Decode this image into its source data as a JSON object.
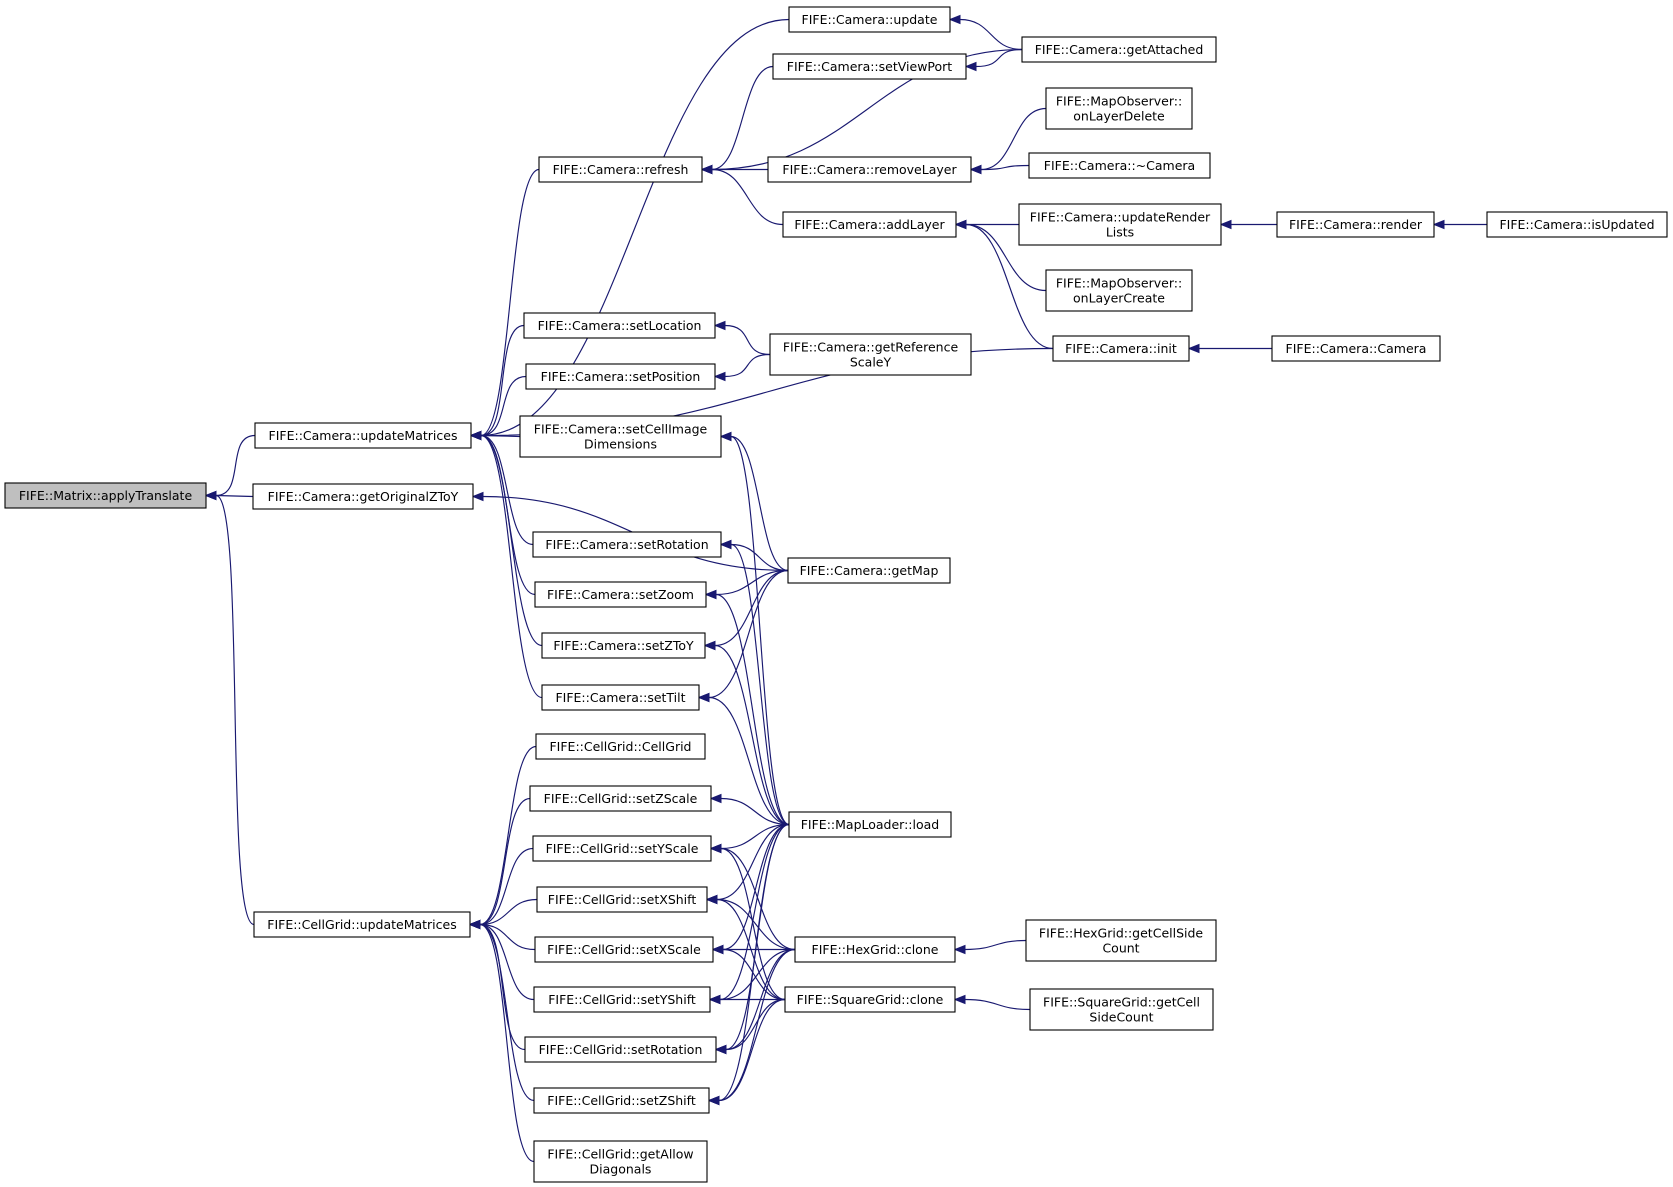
{
  "graph": {
    "colors": {
      "edge": "#191970",
      "root_fill": "#bfbfbf",
      "node_fill": "#ffffff",
      "border": "#000000"
    },
    "nodes": {
      "applyTranslate": [
        "FIFE::Matrix::applyTranslate"
      ],
      "cam_updateMatrices": [
        "FIFE::Camera::updateMatrices"
      ],
      "cam_getOriginalZToY": [
        "FIFE::Camera::getOriginalZToY"
      ],
      "grid_updateMatrices": [
        "FIFE::CellGrid::updateMatrices"
      ],
      "cam_update": [
        "FIFE::Camera::update"
      ],
      "cam_setViewPort": [
        "FIFE::Camera::setViewPort"
      ],
      "cam_refresh": [
        "FIFE::Camera::refresh"
      ],
      "cam_removeLayer": [
        "FIFE::Camera::removeLayer"
      ],
      "cam_addLayer": [
        "FIFE::Camera::addLayer"
      ],
      "cam_setLocation": [
        "FIFE::Camera::setLocation"
      ],
      "cam_setPosition": [
        "FIFE::Camera::setPosition"
      ],
      "cam_setCellImageDimensions": [
        "FIFE::Camera::setCellImage",
        "Dimensions"
      ],
      "cam_setRotation": [
        "FIFE::Camera::setRotation"
      ],
      "cam_setZoom": [
        "FIFE::Camera::setZoom"
      ],
      "cam_setZToY": [
        "FIFE::Camera::setZToY"
      ],
      "cam_setTilt": [
        "FIFE::Camera::setTilt"
      ],
      "cam_getAttached": [
        "FIFE::Camera::getAttached"
      ],
      "mo_onLayerDelete": [
        "FIFE::MapObserver::",
        "onLayerDelete"
      ],
      "cam_destructor": [
        "FIFE::Camera::~Camera"
      ],
      "cam_updateRenderLists": [
        "FIFE::Camera::updateRender",
        "Lists"
      ],
      "mo_onLayerCreate": [
        "FIFE::MapObserver::",
        "onLayerCreate"
      ],
      "cam_init": [
        "FIFE::Camera::init"
      ],
      "cam_getReferenceScaleY": [
        "FIFE::Camera::getReference",
        "ScaleY"
      ],
      "cam_getMap": [
        "FIFE::Camera::getMap"
      ],
      "cam_render": [
        "FIFE::Camera::render"
      ],
      "cam_isUpdated": [
        "FIFE::Camera::isUpdated"
      ],
      "cam_Camera": [
        "FIFE::Camera::Camera"
      ],
      "grid_CellGrid": [
        "FIFE::CellGrid::CellGrid"
      ],
      "grid_setZScale": [
        "FIFE::CellGrid::setZScale"
      ],
      "grid_setYScale": [
        "FIFE::CellGrid::setYScale"
      ],
      "grid_setXShift": [
        "FIFE::CellGrid::setXShift"
      ],
      "grid_setXScale": [
        "FIFE::CellGrid::setXScale"
      ],
      "grid_setYShift": [
        "FIFE::CellGrid::setYShift"
      ],
      "grid_setRotation": [
        "FIFE::CellGrid::setRotation"
      ],
      "grid_setZShift": [
        "FIFE::CellGrid::setZShift"
      ],
      "grid_getAllowDiagonals": [
        "FIFE::CellGrid::getAllow",
        "Diagonals"
      ],
      "mapLoader_load": [
        "FIFE::MapLoader::load"
      ],
      "hex_clone": [
        "FIFE::HexGrid::clone"
      ],
      "square_clone": [
        "FIFE::SquareGrid::clone"
      ],
      "hex_getCellSideCount": [
        "FIFE::HexGrid::getCellSide",
        "Count"
      ],
      "square_getCellSideCount": [
        "FIFE::SquareGrid::getCell",
        "SideCount"
      ]
    },
    "edges": [
      [
        "cam_updateMatrices",
        "applyTranslate"
      ],
      [
        "cam_getOriginalZToY",
        "applyTranslate"
      ],
      [
        "grid_updateMatrices",
        "applyTranslate"
      ],
      [
        "cam_update",
        "cam_updateMatrices"
      ],
      [
        "cam_refresh",
        "cam_updateMatrices"
      ],
      [
        "cam_setLocation",
        "cam_updateMatrices"
      ],
      [
        "cam_setPosition",
        "cam_updateMatrices"
      ],
      [
        "cam_setCellImageDimensions",
        "cam_updateMatrices"
      ],
      [
        "cam_setRotation",
        "cam_updateMatrices"
      ],
      [
        "cam_setZoom",
        "cam_updateMatrices"
      ],
      [
        "cam_setZToY",
        "cam_updateMatrices"
      ],
      [
        "cam_setTilt",
        "cam_updateMatrices"
      ],
      [
        "cam_init",
        "cam_updateMatrices"
      ],
      [
        "cam_getAttached",
        "cam_update"
      ],
      [
        "cam_getAttached",
        "cam_setViewPort"
      ],
      [
        "cam_setViewPort",
        "cam_refresh"
      ],
      [
        "cam_getAttached",
        "cam_refresh"
      ],
      [
        "cam_removeLayer",
        "cam_refresh"
      ],
      [
        "cam_addLayer",
        "cam_refresh"
      ],
      [
        "mo_onLayerDelete",
        "cam_removeLayer"
      ],
      [
        "cam_destructor",
        "cam_removeLayer"
      ],
      [
        "cam_updateRenderLists",
        "cam_addLayer"
      ],
      [
        "mo_onLayerCreate",
        "cam_addLayer"
      ],
      [
        "cam_init",
        "cam_addLayer"
      ],
      [
        "cam_render",
        "cam_updateRenderLists"
      ],
      [
        "cam_isUpdated",
        "cam_render"
      ],
      [
        "cam_Camera",
        "cam_init"
      ],
      [
        "cam_getReferenceScaleY",
        "cam_setLocation"
      ],
      [
        "cam_getReferenceScaleY",
        "cam_setPosition"
      ],
      [
        "cam_getMap",
        "cam_setCellImageDimensions"
      ],
      [
        "mapLoader_load",
        "cam_setCellImageDimensions"
      ],
      [
        "cam_getMap",
        "cam_getOriginalZToY"
      ],
      [
        "cam_getMap",
        "cam_setRotation"
      ],
      [
        "mapLoader_load",
        "cam_setRotation"
      ],
      [
        "cam_getMap",
        "cam_setZoom"
      ],
      [
        "mapLoader_load",
        "cam_setZoom"
      ],
      [
        "cam_getMap",
        "cam_setZToY"
      ],
      [
        "mapLoader_load",
        "cam_setZToY"
      ],
      [
        "cam_getMap",
        "cam_setTilt"
      ],
      [
        "mapLoader_load",
        "cam_setTilt"
      ],
      [
        "grid_CellGrid",
        "grid_updateMatrices"
      ],
      [
        "grid_setZScale",
        "grid_updateMatrices"
      ],
      [
        "grid_setYScale",
        "grid_updateMatrices"
      ],
      [
        "grid_setXShift",
        "grid_updateMatrices"
      ],
      [
        "grid_setXScale",
        "grid_updateMatrices"
      ],
      [
        "grid_setYShift",
        "grid_updateMatrices"
      ],
      [
        "grid_setRotation",
        "grid_updateMatrices"
      ],
      [
        "grid_setZShift",
        "grid_updateMatrices"
      ],
      [
        "grid_getAllowDiagonals",
        "grid_updateMatrices"
      ],
      [
        "mapLoader_load",
        "grid_setZScale"
      ],
      [
        "mapLoader_load",
        "grid_setYScale"
      ],
      [
        "hex_clone",
        "grid_setYScale"
      ],
      [
        "square_clone",
        "grid_setYScale"
      ],
      [
        "mapLoader_load",
        "grid_setXShift"
      ],
      [
        "hex_clone",
        "grid_setXShift"
      ],
      [
        "square_clone",
        "grid_setXShift"
      ],
      [
        "mapLoader_load",
        "grid_setXScale"
      ],
      [
        "hex_clone",
        "grid_setXScale"
      ],
      [
        "square_clone",
        "grid_setXScale"
      ],
      [
        "mapLoader_load",
        "grid_setYShift"
      ],
      [
        "hex_clone",
        "grid_setYShift"
      ],
      [
        "square_clone",
        "grid_setYShift"
      ],
      [
        "mapLoader_load",
        "grid_setRotation"
      ],
      [
        "hex_clone",
        "grid_setRotation"
      ],
      [
        "square_clone",
        "grid_setRotation"
      ],
      [
        "mapLoader_load",
        "grid_setZShift"
      ],
      [
        "hex_clone",
        "grid_setZShift"
      ],
      [
        "square_clone",
        "grid_setZShift"
      ],
      [
        "hex_getCellSideCount",
        "hex_clone"
      ],
      [
        "square_getCellSideCount",
        "square_clone"
      ]
    ]
  }
}
